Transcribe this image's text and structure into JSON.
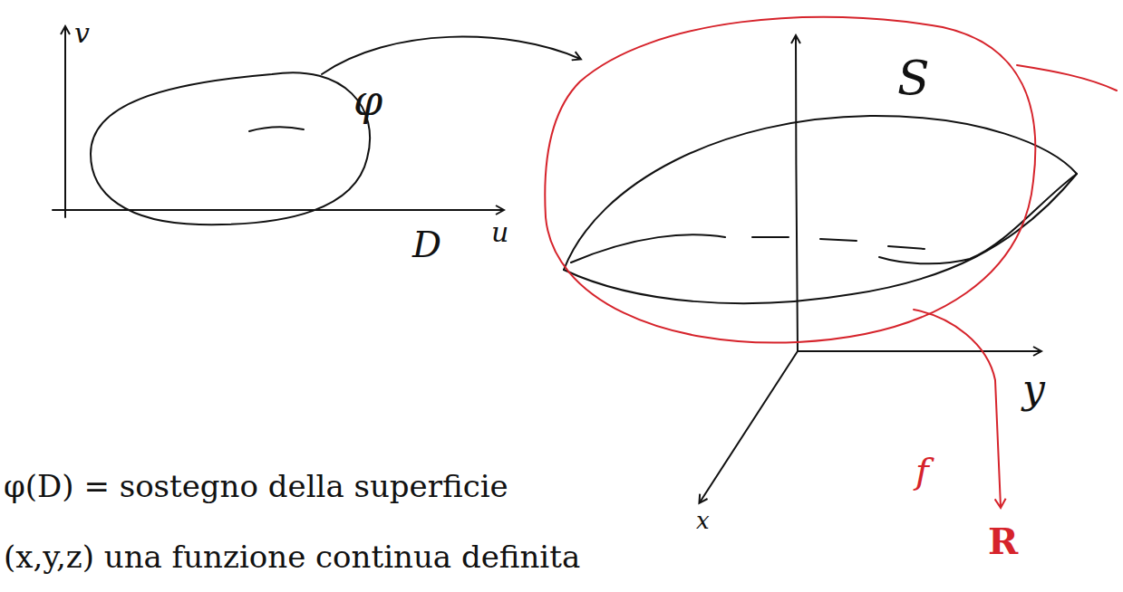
{
  "diagram": {
    "labels": [
      "v",
      "u",
      "D",
      "φ",
      "S",
      "x",
      "y",
      "f",
      "R",
      "φ(D) = sostegno della superficie",
      "(x,y,z) una funzione continua definita"
    ]
  }
}
